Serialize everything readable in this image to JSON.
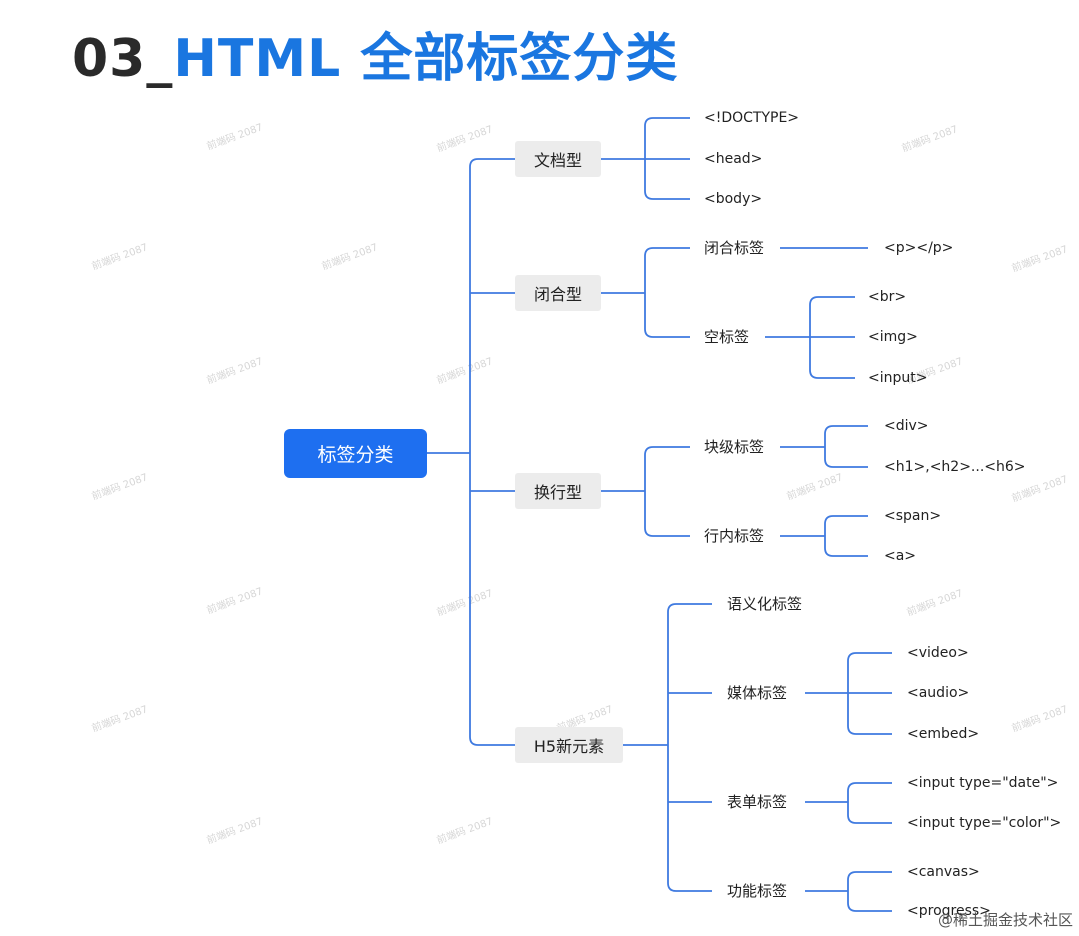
{
  "title": {
    "number": "03_",
    "text": "HTML 全部标签分类"
  },
  "root": "标签分类",
  "categories": {
    "doc": {
      "label": "文档型",
      "leaves": [
        "<!DOCTYPE>",
        "<head>",
        "<body>"
      ]
    },
    "closure": {
      "label": "闭合型",
      "closed": {
        "label": "闭合标签",
        "leaves": [
          "<p></p>"
        ]
      },
      "empty": {
        "label": "空标签",
        "leaves": [
          "<br>",
          "<img>",
          "<input>"
        ]
      }
    },
    "flow": {
      "label": "换行型",
      "block": {
        "label": "块级标签",
        "leaves": [
          "<div>",
          "<h1>,<h2>...<h6>"
        ]
      },
      "inline": {
        "label": "行内标签",
        "leaves": [
          "<span>",
          "<a>"
        ]
      }
    },
    "h5": {
      "label": "H5新元素",
      "semantic": {
        "label": "语义化标签"
      },
      "media": {
        "label": "媒体标签",
        "leaves": [
          "<video>",
          "<audio>",
          "<embed>"
        ]
      },
      "form": {
        "label": "表单标签",
        "leaves": [
          "<input type=\"date\">",
          "<input type=\"color\">"
        ]
      },
      "func": {
        "label": "功能标签",
        "leaves": [
          "<canvas>",
          "<progress>"
        ]
      }
    }
  },
  "footer_mark": "@稀土掘金技术社区",
  "colors": {
    "root": "#1e6ff0",
    "line": "#3f7ae0",
    "title_text": "#1a76e0",
    "category_bg": "#ececec"
  }
}
